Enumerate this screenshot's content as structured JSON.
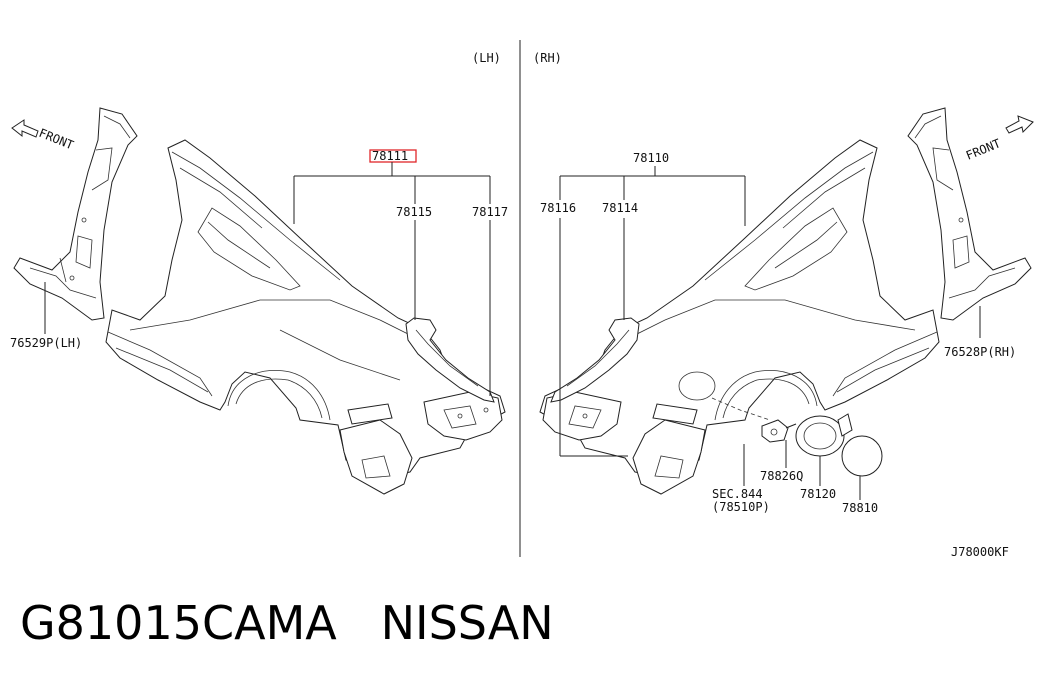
{
  "side_labels": {
    "lh": "(LH)",
    "rh": "(RH)"
  },
  "front_label": "FRONT",
  "callouts": {
    "p78111": "78111",
    "p78115": "78115",
    "p78117": "78117",
    "p76529": "76529P(LH)",
    "p78110": "78110",
    "p78116": "78116",
    "p78114": "78114",
    "p76528": "76528P(RH)",
    "p78826": "78826Q",
    "sec844": "SEC.844",
    "sec844_sub": "(78510P)",
    "p78120": "78120",
    "p78810": "78810"
  },
  "highlight_color": "#e0262a",
  "diagram_code": "J78000KF",
  "part_number_caption": "G81015CAMA   NISSAN"
}
